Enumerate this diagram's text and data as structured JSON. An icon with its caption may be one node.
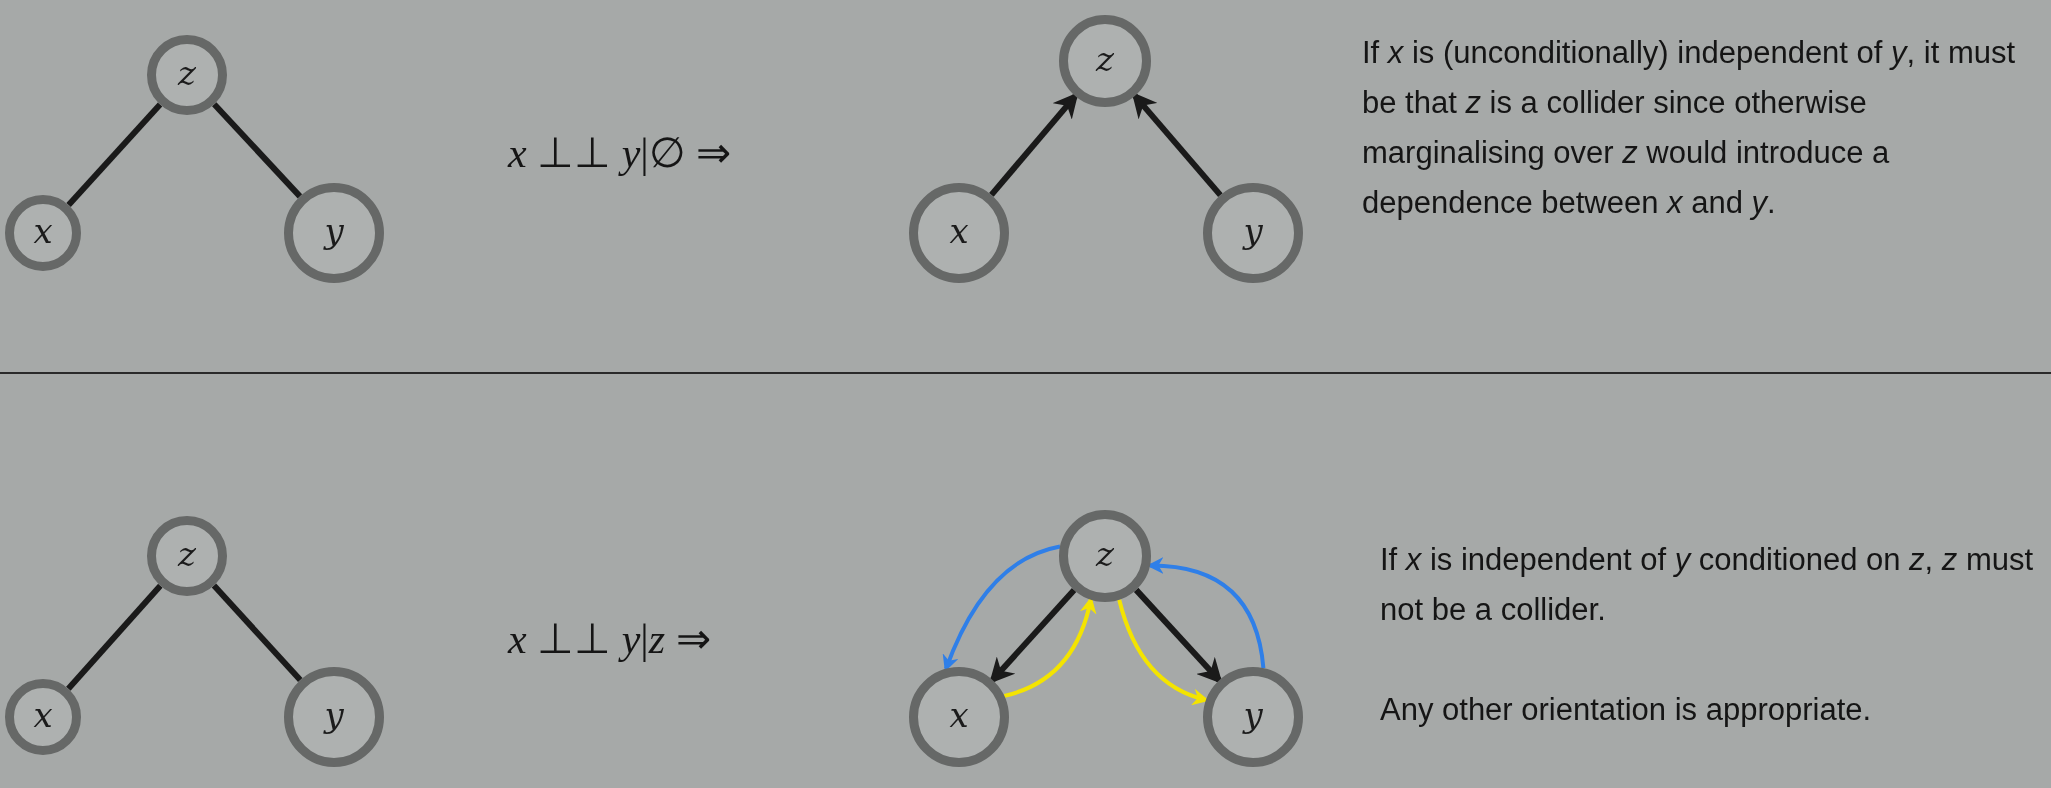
{
  "diagram": {
    "nodes": [
      {
        "text": [
          "z"
        ]
      },
      {
        "text": [
          "x"
        ]
      },
      {
        "text": [
          "y"
        ]
      },
      {
        "text": [
          "z"
        ]
      },
      {
        "text": [
          "x"
        ]
      },
      {
        "text": [
          "y"
        ]
      },
      {
        "text": [
          "z"
        ]
      },
      {
        "text": [
          "x"
        ]
      },
      {
        "text": [
          "y"
        ]
      },
      {
        "text": [
          "z"
        ]
      },
      {
        "text": [
          "x"
        ]
      },
      {
        "text": [
          "y"
        ]
      }
    ],
    "edges": [
      {
        "from": 0,
        "to": 1,
        "arrow": "none"
      },
      {
        "from": 0,
        "to": 2,
        "arrow": "none"
      },
      {
        "from": 4,
        "to": 3,
        "arrow": "to"
      },
      {
        "from": 5,
        "to": 3,
        "arrow": "to"
      },
      {
        "from": 6,
        "to": 7,
        "arrow": "none"
      },
      {
        "from": 6,
        "to": 8,
        "arrow": "none"
      },
      {
        "from": 9,
        "to": 10,
        "arrow": "to"
      },
      {
        "from": 9,
        "to": 11,
        "arrow": "to"
      },
      {
        "from": 9,
        "to": 10,
        "arrow": "to",
        "color": "#2f7fe8"
      },
      {
        "from": 10,
        "to": 9,
        "arrow": "to",
        "color": "#f4e400"
      },
      {
        "from": 9,
        "to": 11,
        "arrow": "to",
        "color": "#f4e400"
      },
      {
        "from": 11,
        "to": 9,
        "arrow": "to",
        "color": "#2f7fe8"
      }
    ],
    "labels": [
      "*x* ⊥⊥ *y*|∅ ⇒",
      "If *x* is (unconditionally) independent of *y*, it must be that *z* is a collider since otherwise marginalising over *z* would introduce a dependence between *x* and *y*.",
      "*x* ⊥⊥ *y*|*z* ⇒",
      "If *x* is independent of *y* conditioned on *z*, *z* must not be a collider.",
      "Any other orientation is appropriate."
    ]
  }
}
